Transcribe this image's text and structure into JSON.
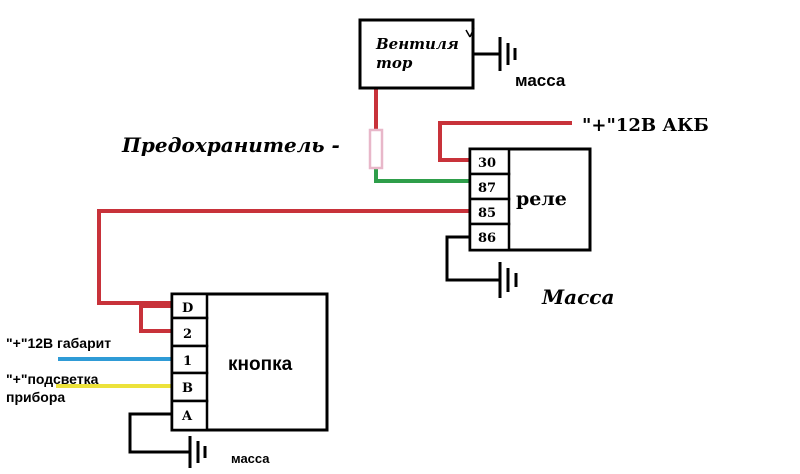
{
  "colors": {
    "power_wire": "#c8323a",
    "switched_wire": "#2e9e4a",
    "marker_light_wire": "#2f9bd6",
    "dash_light_wire": "#ece23a",
    "ground_wire": "#000000",
    "fuse_outline": "#e8b7c9"
  },
  "fan": {
    "label_line1": "Вентиля",
    "label_line2": "тор",
    "ground_label": "масса"
  },
  "fuse": {
    "label": "Предохранитель -"
  },
  "relay": {
    "label": "реле",
    "pins": [
      "30",
      "87",
      "85",
      "86"
    ],
    "battery_label": "\"+\"12В АКБ",
    "ground_label": "Масса"
  },
  "button": {
    "label": "кнопка",
    "pins": [
      "D",
      "2",
      "1",
      "B",
      "A"
    ],
    "marker_label": "\"+\"12В габарит",
    "dash_label_line1": "\"+\"подсветка",
    "dash_label_line2": "прибора",
    "ground_label": "масса"
  }
}
